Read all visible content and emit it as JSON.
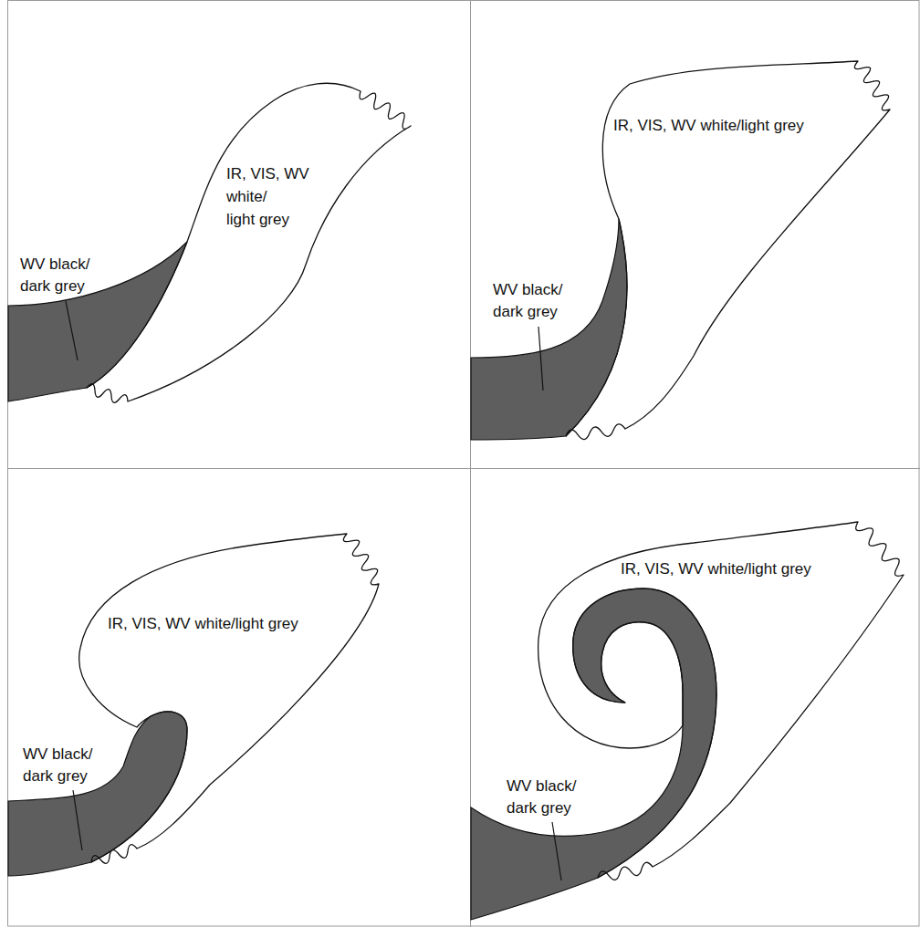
{
  "diagram": {
    "nodes": [
      {
        "text": [
          "IR, VIS, WV white/ light grey"
        ]
      },
      {
        "text": [
          "IR, VIS, WV white/light grey"
        ]
      },
      {
        "text": [
          "IR, VIS, WV white/light grey"
        ]
      },
      {
        "text": [
          "IR, VIS, WV white/light grey"
        ]
      }
    ],
    "labels": [
      "WV black/ dark grey",
      "WV black/ dark grey",
      "WV black/ dark grey",
      "WV black/ dark grey"
    ]
  }
}
